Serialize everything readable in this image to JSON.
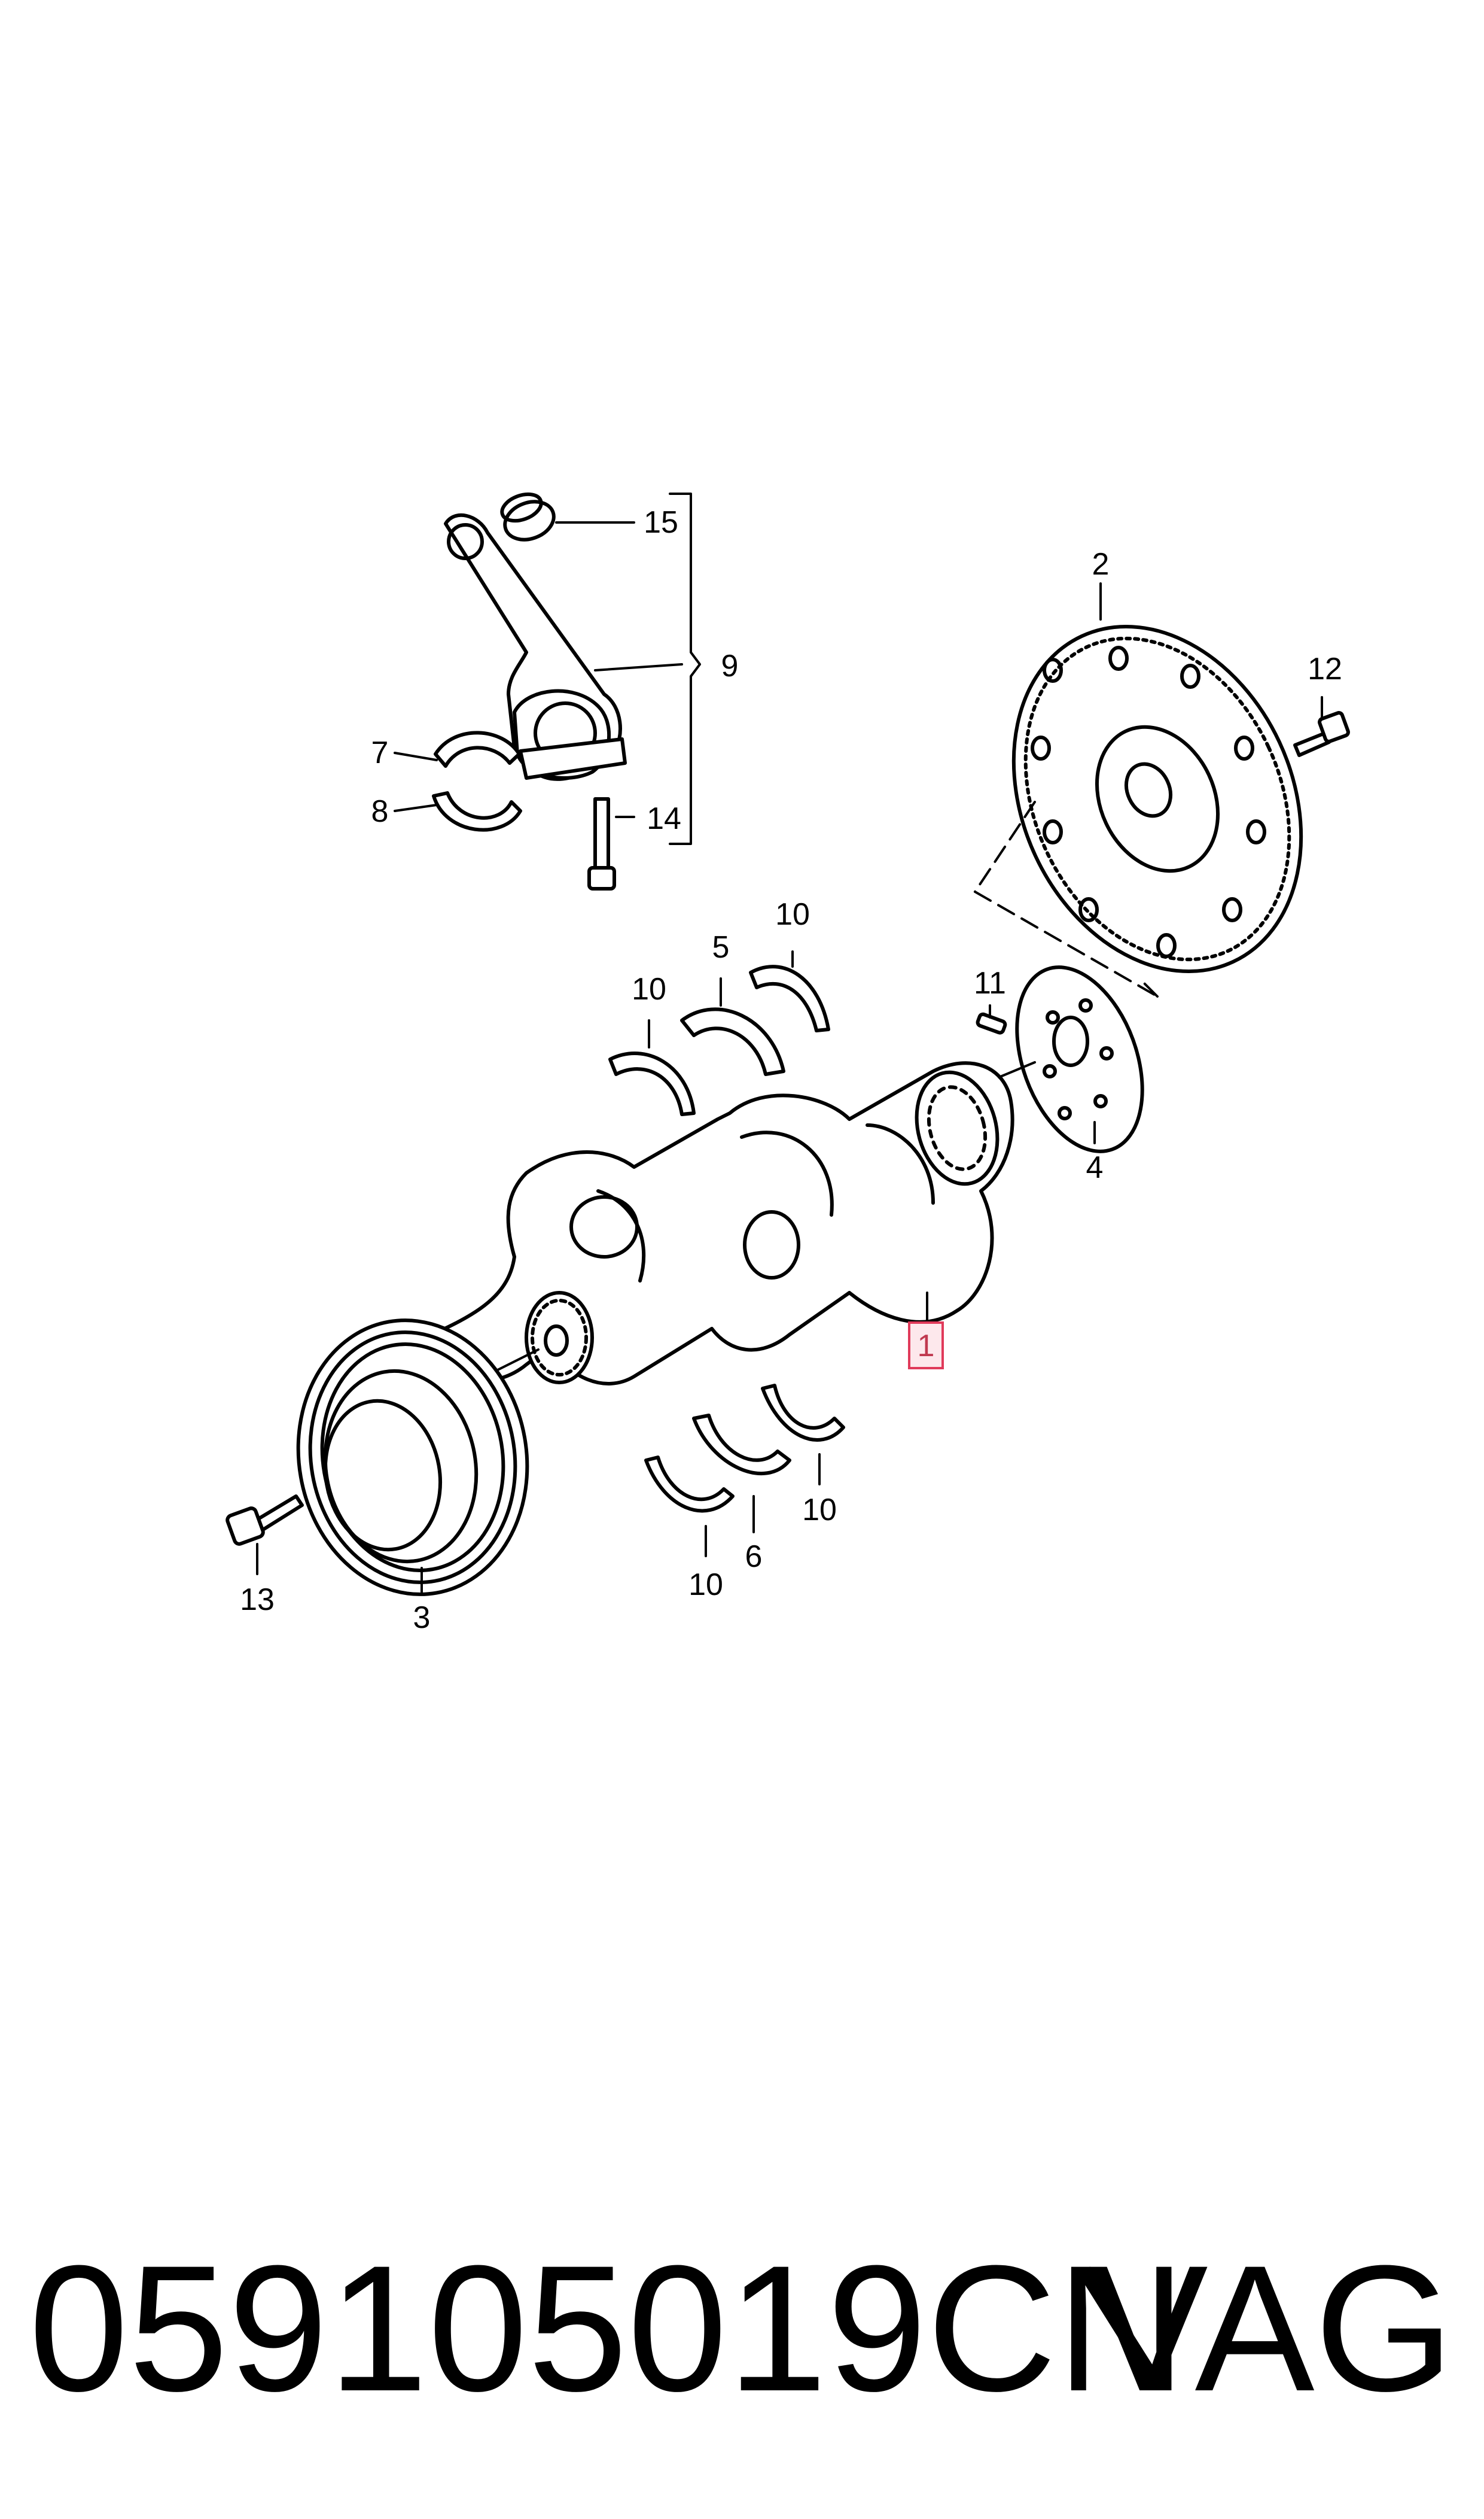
{
  "callouts": {
    "c1": "1",
    "c2": "2",
    "c3": "3",
    "c4": "4",
    "c5": "5",
    "c6": "6",
    "c7": "7",
    "c8": "8",
    "c9": "9",
    "c10a": "10",
    "c10b": "10",
    "c10c": "10",
    "c10d": "10",
    "c11": "11",
    "c12": "12",
    "c13": "13",
    "c14": "14",
    "c15": "15"
  },
  "highlighted_callout": "1",
  "footer": {
    "part_number": "059105019CN",
    "brand": "VAG"
  },
  "colors": {
    "highlight_fill": "#fde8ec",
    "highlight_stroke": "#e03a5a"
  }
}
